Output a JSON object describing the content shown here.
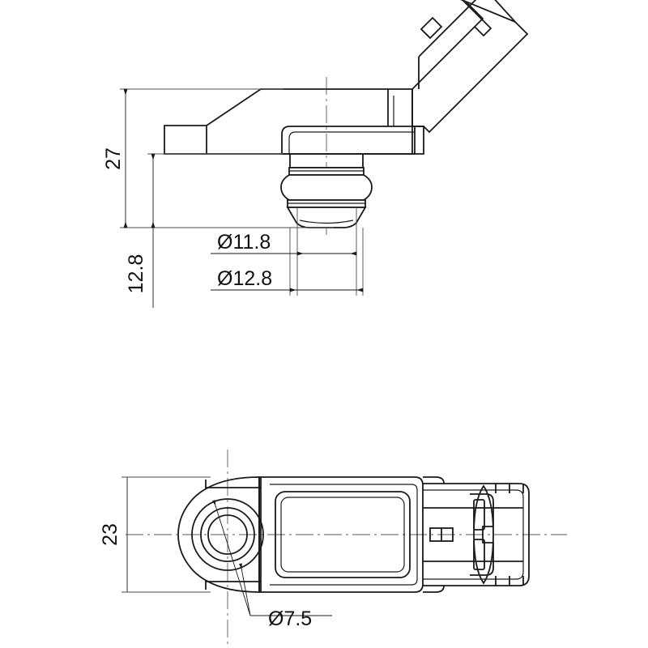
{
  "drawing": {
    "title": "MAP Sensor Technical Drawing",
    "background_color": "#ffffff",
    "line_color": "#1a1a1a",
    "centerline_color": "#595959",
    "views": [
      {
        "name": "side-elevation-view",
        "description": "Side elevation of manifold absolute pressure sensor showing body, angled electrical connector and pressure port nipple"
      },
      {
        "name": "bottom-plan-view",
        "description": "Plan view showing mounting flange with bore, sensor body and connector"
      }
    ]
  },
  "dimensions": {
    "overall_height": {
      "label": "27",
      "value": 27,
      "orientation": "vertical",
      "view": "side-elevation-view"
    },
    "port_height": {
      "label": "12.8",
      "value": 12.8,
      "orientation": "vertical",
      "view": "side-elevation-view"
    },
    "port_upper_diameter": {
      "label": "Ø11.8",
      "value": 11.8,
      "orientation": "horizontal",
      "view": "side-elevation-view"
    },
    "port_lower_diameter": {
      "label": "Ø12.8",
      "value": 12.8,
      "orientation": "horizontal",
      "view": "side-elevation-view"
    },
    "flange_width": {
      "label": "23",
      "value": 23,
      "orientation": "vertical",
      "view": "bottom-plan-view"
    },
    "mounting_bore_diameter": {
      "label": "Ø7.5",
      "value": 7.5,
      "orientation": "leader",
      "view": "bottom-plan-view"
    }
  }
}
